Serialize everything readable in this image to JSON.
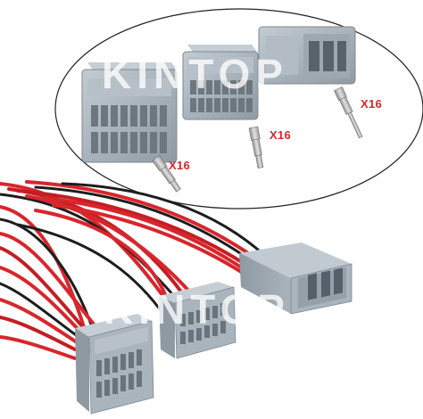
{
  "watermark": "KINTOP",
  "contents": {
    "terminal_qty_a": "X16",
    "terminal_qty_b": "X16",
    "terminal_qty_c": "X16"
  },
  "colors": {
    "connector_housing": "#a8b3bd",
    "wire_red": "#d8262c",
    "wire_black": "#1d1d1d",
    "terminal_metal": "#b9b9b9",
    "qty_text": "#d8262c"
  }
}
